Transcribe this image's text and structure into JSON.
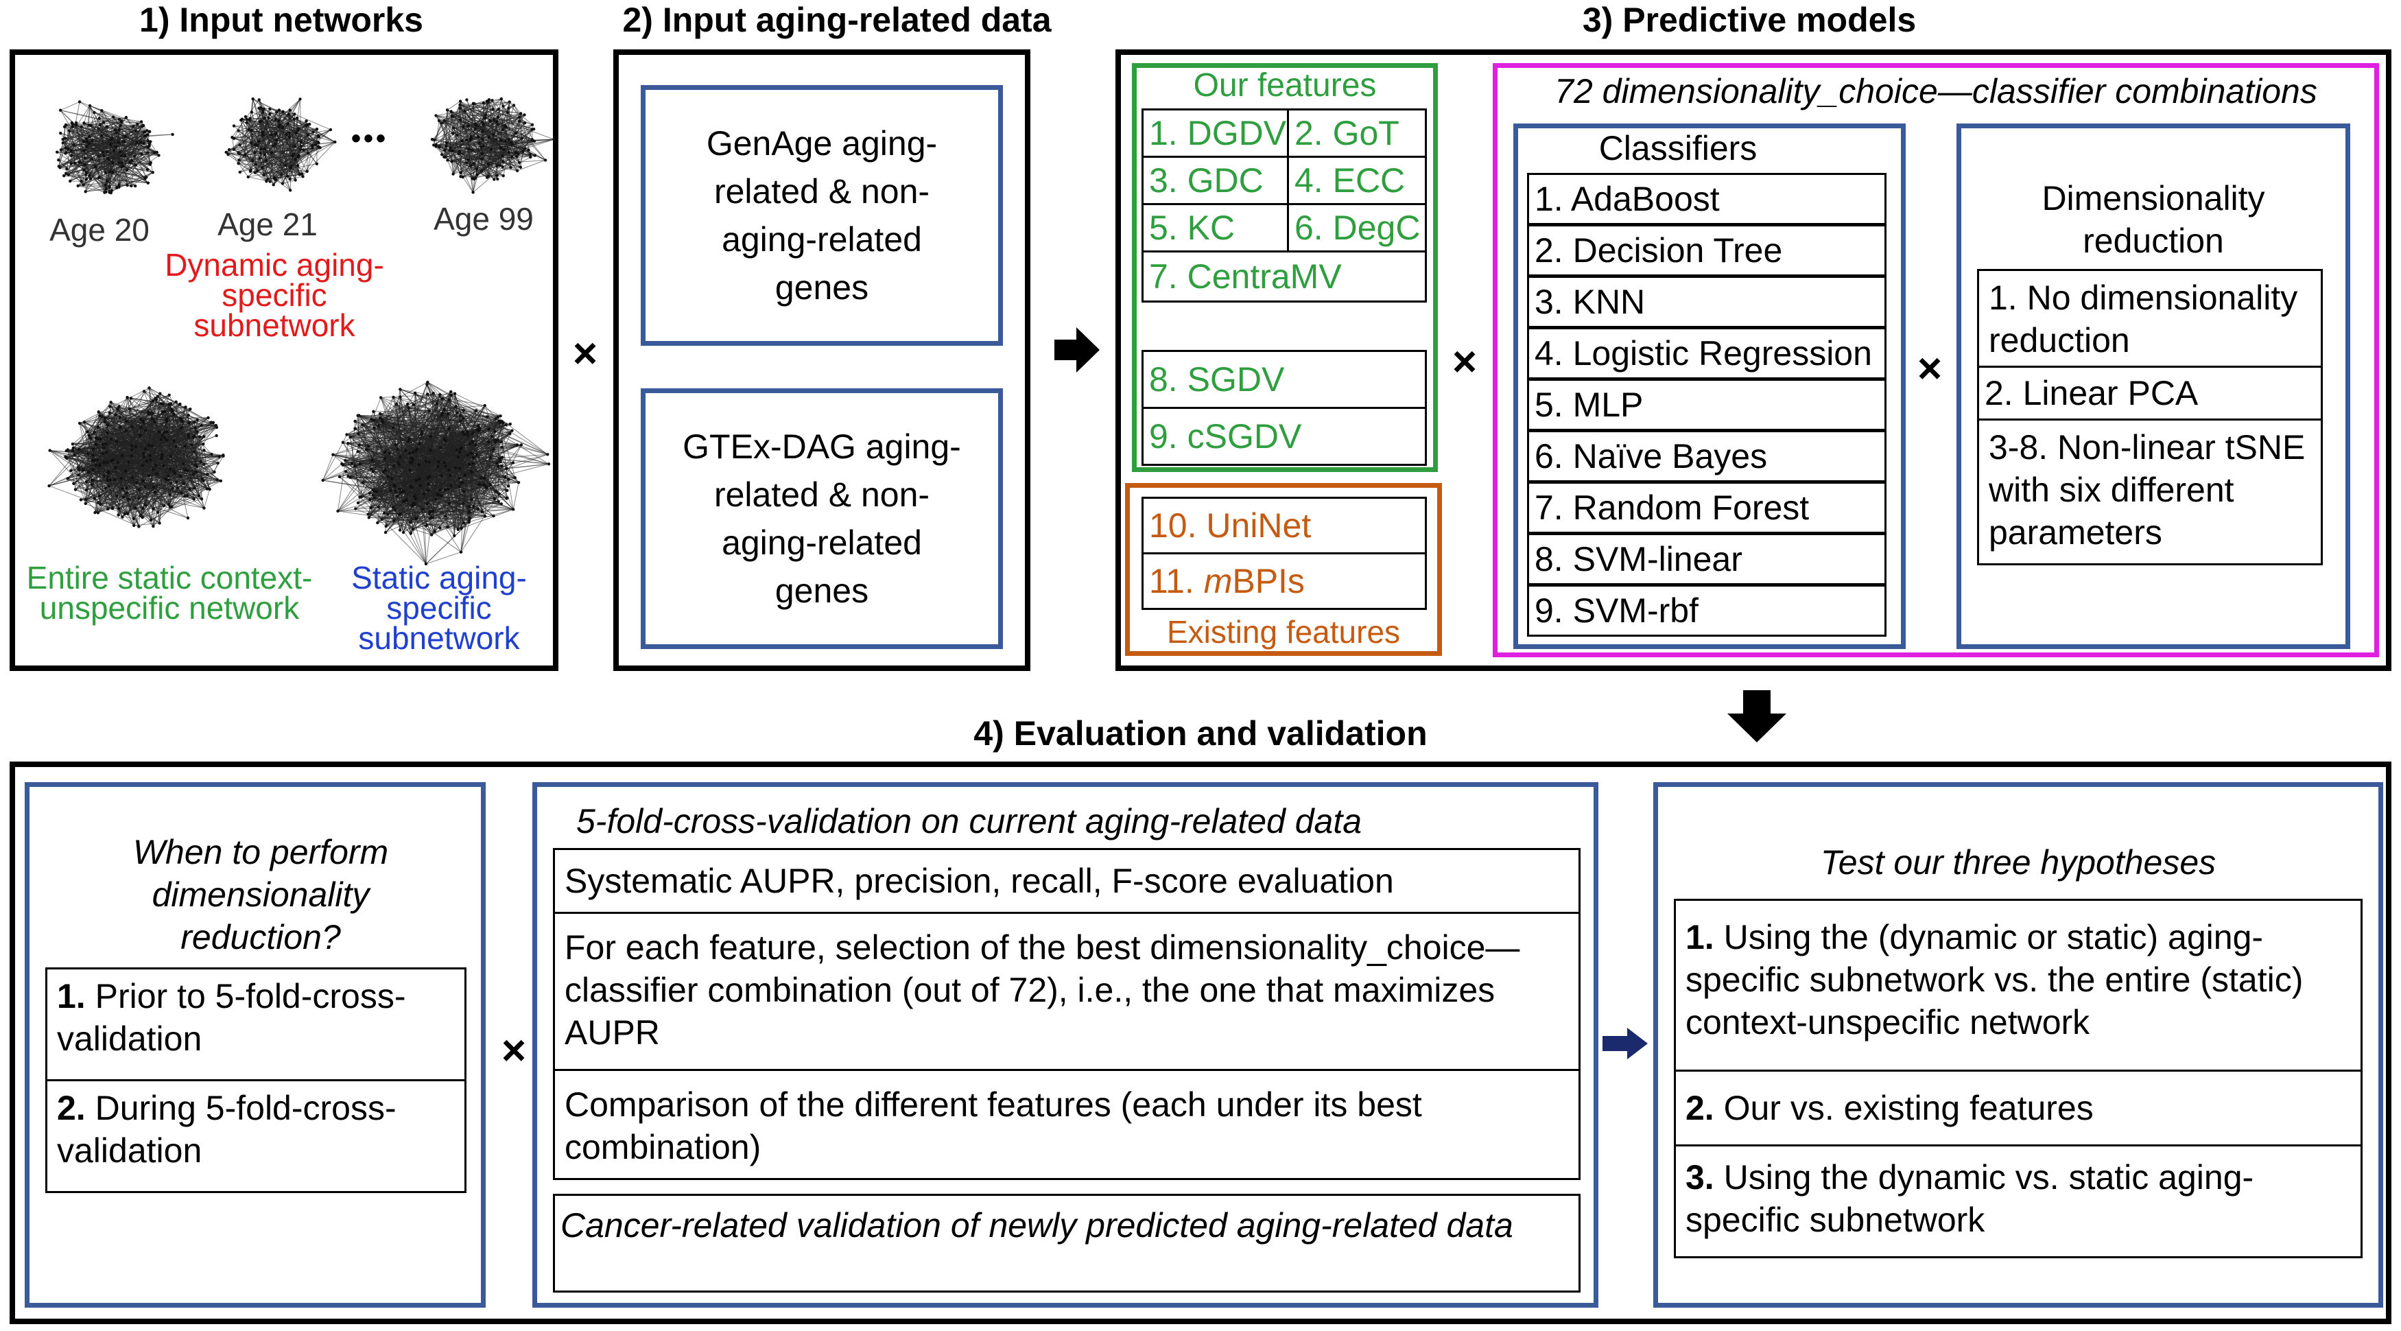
{
  "headers": {
    "input_networks": "1) Input networks",
    "input_data": "2) Input aging-related data",
    "predictive_models": "3) Predictive models",
    "evaluation": "4) Evaluation and validation"
  },
  "networks": {
    "ages": [
      "Age 20",
      "Age 21",
      "Age 99"
    ],
    "ellipsis": "•••",
    "dynamic_label": "Dynamic aging-specific subnetwork",
    "static_entire_label": "Entire static context-unspecific network",
    "static_aging_label": "Static aging-specific subnetwork"
  },
  "data_sources": [
    "GenAge aging-related & non-aging-related genes",
    "GTEx-DAG aging-related & non-aging-related genes"
  ],
  "features": {
    "our_title": "Our features",
    "grid": [
      "1. DGDV",
      "2. GoT",
      "3. GDC",
      "4. ECC",
      "5. KC",
      "6. DegC"
    ],
    "centramv": "7. CentraMV",
    "sgdv": "8. SGDV",
    "csgdv": "9. cSGDV",
    "uninet": "10. UniNet",
    "mbpis_prefix": "11. ",
    "mbpis_m": "m",
    "mbpis_rest": "BPIs",
    "existing_title": "Existing features"
  },
  "combinations_title": "72 dimensionality_choice—classifier combinations",
  "classifiers": {
    "title": "Classifiers",
    "items": [
      "1. AdaBoost",
      "2. Decision Tree",
      "3. KNN",
      "4. Logistic Regression",
      "5. MLP",
      "6. Naïve Bayes",
      "7. Random Forest",
      "8. SVM-linear",
      "9. SVM-rbf"
    ]
  },
  "dimred": {
    "title": "Dimensionality reduction",
    "items": [
      "1. No dimensionality reduction",
      "2. Linear PCA",
      "3-8. Non-linear tSNE with six different parameters"
    ]
  },
  "symbols": {
    "times": "×"
  },
  "when": {
    "title": "When to perform dimensionality reduction?",
    "items": [
      {
        "num": "1.",
        "text": "Prior to 5-fold-cross-validation"
      },
      {
        "num": "2.",
        "text": "During 5-fold-cross-validation"
      }
    ]
  },
  "cv": {
    "title": "5-fold-cross-validation on current aging-related data",
    "items": [
      "Systematic AUPR, precision, recall, F-score evaluation",
      "For each feature, selection of the best dimensionality_choice—classifier combination (out of 72), i.e., the one that maximizes AUPR",
      "Comparison of the different features (each under its best combination)"
    ],
    "cancer": "Cancer-related validation of newly predicted aging-related data"
  },
  "hyp": {
    "title": "Test our three hypotheses",
    "items": [
      {
        "num": "1.",
        "text": "Using the (dynamic or static) aging-specific subnetwork vs. the entire (static) context-unspecific network"
      },
      {
        "num": "2.",
        "text": "Our vs. existing features"
      },
      {
        "num": "3.",
        "text": "Using the dynamic vs. static aging-specific subnetwork"
      }
    ]
  },
  "colors": {
    "green": "#2e9e3e",
    "orange": "#c55a11",
    "magenta": "#e020e0",
    "blue_border": "#3a5a99",
    "red": "#e31a1c",
    "blue_text": "#1f3fcf"
  }
}
